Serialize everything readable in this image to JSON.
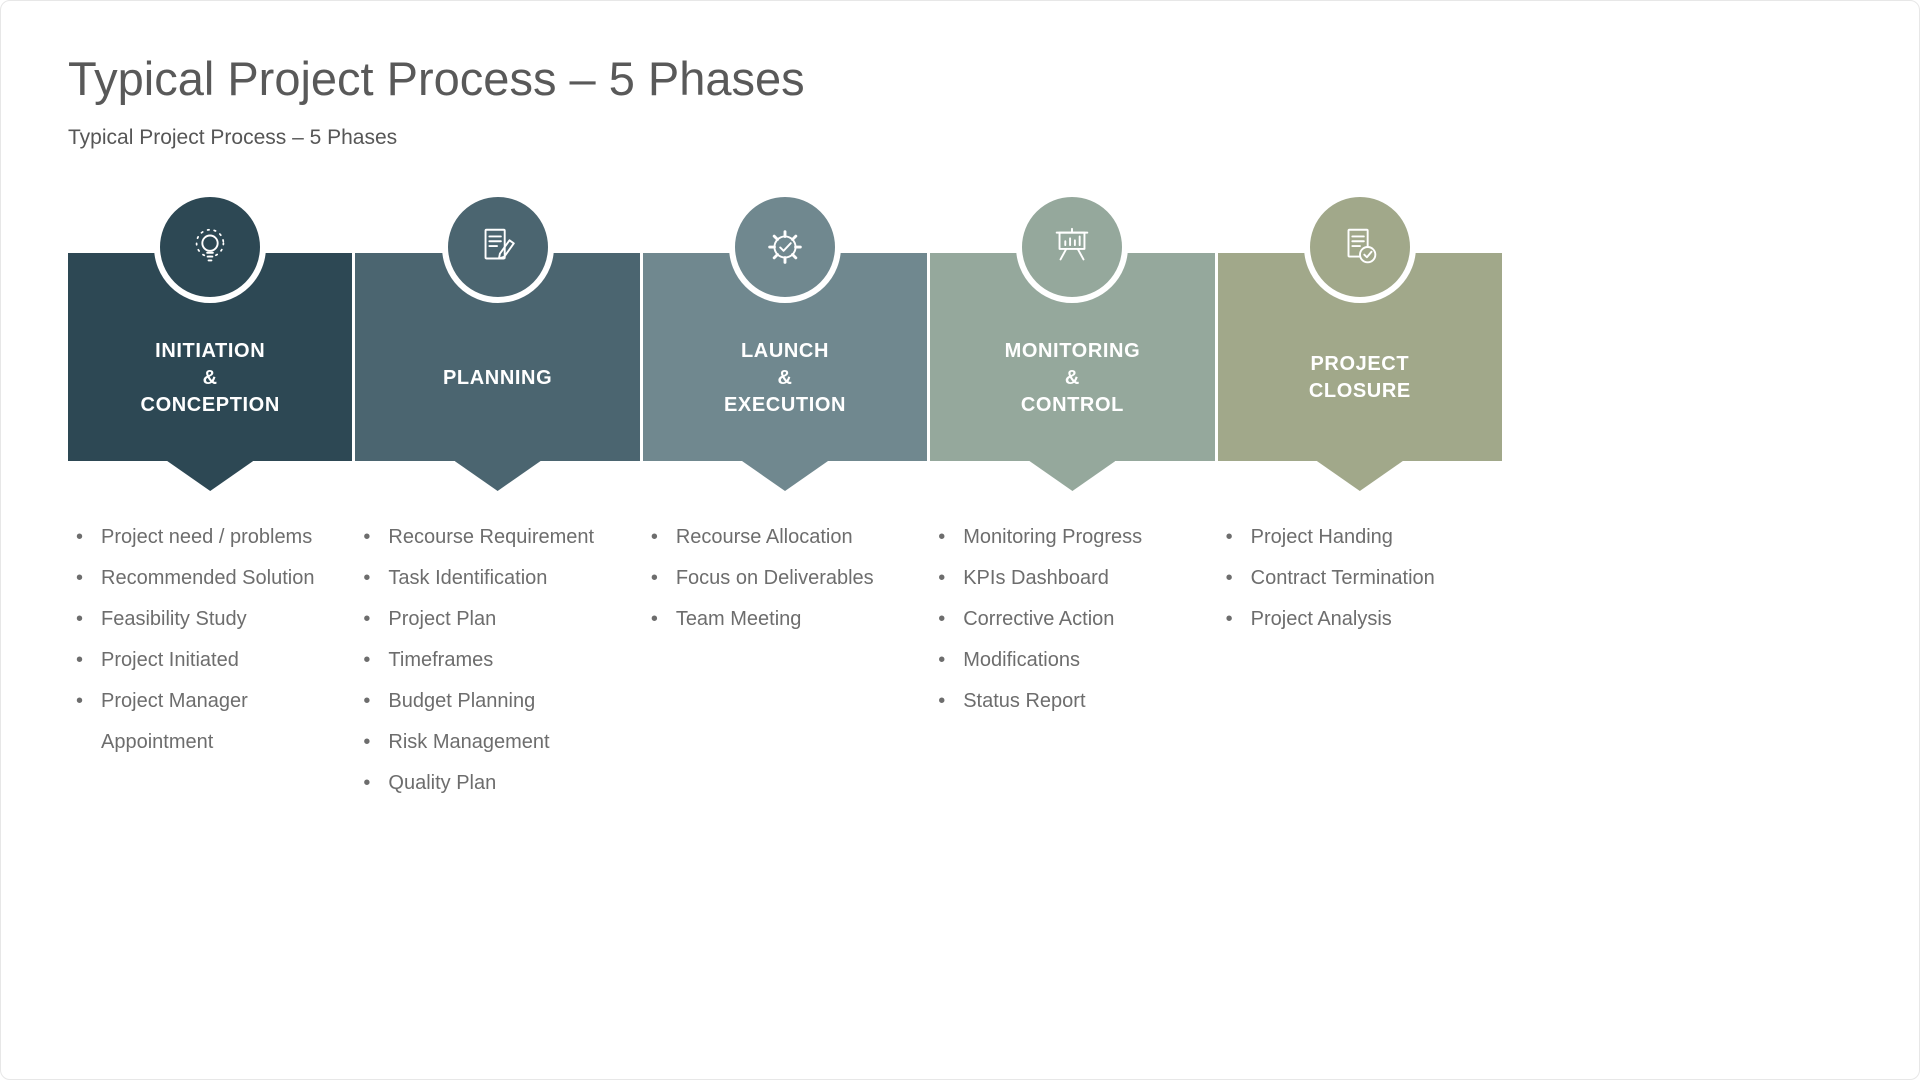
{
  "slide": {
    "title": "Typical Project Process – 5 Phases",
    "subtitle": "Typical Project Process – 5 Phases"
  },
  "phases": [
    {
      "name": "initiation-conception",
      "title": "INITIATION\n&\nCONCEPTION",
      "color": "#2d4854",
      "icon": "lightbulb-icon",
      "bullets": [
        "Project need / problems",
        "Recommended Solution",
        "Feasibility Study",
        "Project Initiated",
        "Project Manager Appointment"
      ]
    },
    {
      "name": "planning",
      "title": "PLANNING",
      "color": "#4b6570",
      "icon": "document-pencil-icon",
      "bullets": [
        "Recourse Requirement",
        "Task Identification",
        "Project Plan",
        "Timeframes",
        "Budget Planning",
        "Risk Management",
        "Quality Plan"
      ]
    },
    {
      "name": "launch-execution",
      "title": "LAUNCH\n&\nEXECUTION",
      "color": "#70888f",
      "icon": "gear-check-icon",
      "bullets": [
        "Recourse Allocation",
        "Focus on Deliverables",
        "Team Meeting"
      ]
    },
    {
      "name": "monitoring-control",
      "title": "MONITORING\n&\nCONTROL",
      "color": "#95a89c",
      "icon": "presentation-chart-icon",
      "bullets": [
        "Monitoring Progress",
        "KPIs Dashboard",
        "Corrective Action",
        "Modifications",
        "Status Report"
      ]
    },
    {
      "name": "project-closure",
      "title": "PROJECT\nCLOSURE",
      "color": "#a1a88a",
      "icon": "document-check-icon",
      "bullets": [
        "Project Handing",
        "Contract Termination",
        "Project Analysis"
      ]
    }
  ]
}
